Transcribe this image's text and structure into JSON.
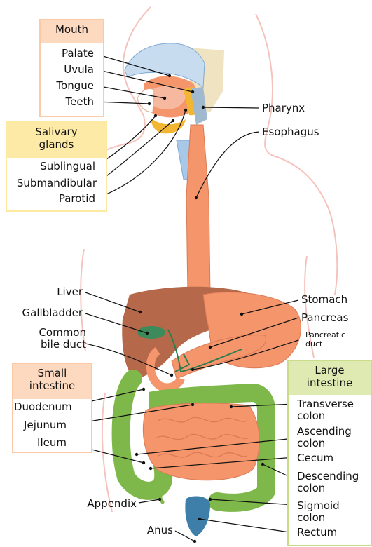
{
  "groups": {
    "mouth": {
      "title": "Mouth",
      "items": [
        "Palate",
        "Uvula",
        "Tongue",
        "Teeth"
      ],
      "fill": "#fdd9c0",
      "border": "#fbc9a6"
    },
    "salivary": {
      "title_line1": "Salivary",
      "title_line2": "glands",
      "items": [
        "Sublingual",
        "Submandibular",
        "Parotid"
      ],
      "fill": "#fdeaa6",
      "border": "#fde9a0"
    },
    "small_intestine": {
      "title_line1": "Small",
      "title_line2": "intestine",
      "items": [
        "Duodenum",
        "Jejunum",
        "Ileum"
      ],
      "fill": "#fdd9c0",
      "border": "#fbc9a6"
    },
    "large_intestine": {
      "title_line1": "Large",
      "title_line2": "intestine",
      "items": [
        {
          "l1": "Transverse",
          "l2": "colon"
        },
        {
          "l1": "Ascending",
          "l2": "colon"
        },
        {
          "l1": "Cecum",
          "l2": ""
        },
        {
          "l1": "Descending",
          "l2": "colon"
        },
        {
          "l1": "Sigmoid",
          "l2": "colon"
        },
        {
          "l1": "Rectum",
          "l2": ""
        }
      ],
      "fill": "#dfe9b2",
      "border": "#c9dc8a"
    }
  },
  "labels": {
    "pharynx": "Pharynx",
    "esophagus": "Esophagus",
    "liver": "Liver",
    "gallbladder": "Gallbladder",
    "common_bile_duct_1": "Common",
    "common_bile_duct_2": "bile duct",
    "stomach": "Stomach",
    "pancreas": "Pancreas",
    "pancreatic_duct_1": "Pancreatic",
    "pancreatic_duct_2": "duct",
    "appendix": "Appendix",
    "anus": "Anus"
  },
  "colors": {
    "organ_orange": "#f4956b",
    "liver_brown": "#b5684a",
    "colon_green": "#7fb84a",
    "body_outline": "#f5c3bd",
    "nasal_blue": "#c8dcf0",
    "trachea_blue": "#a8c8e8",
    "bone_beige": "#efe3c2",
    "gland_yellow": "#f2b633"
  }
}
